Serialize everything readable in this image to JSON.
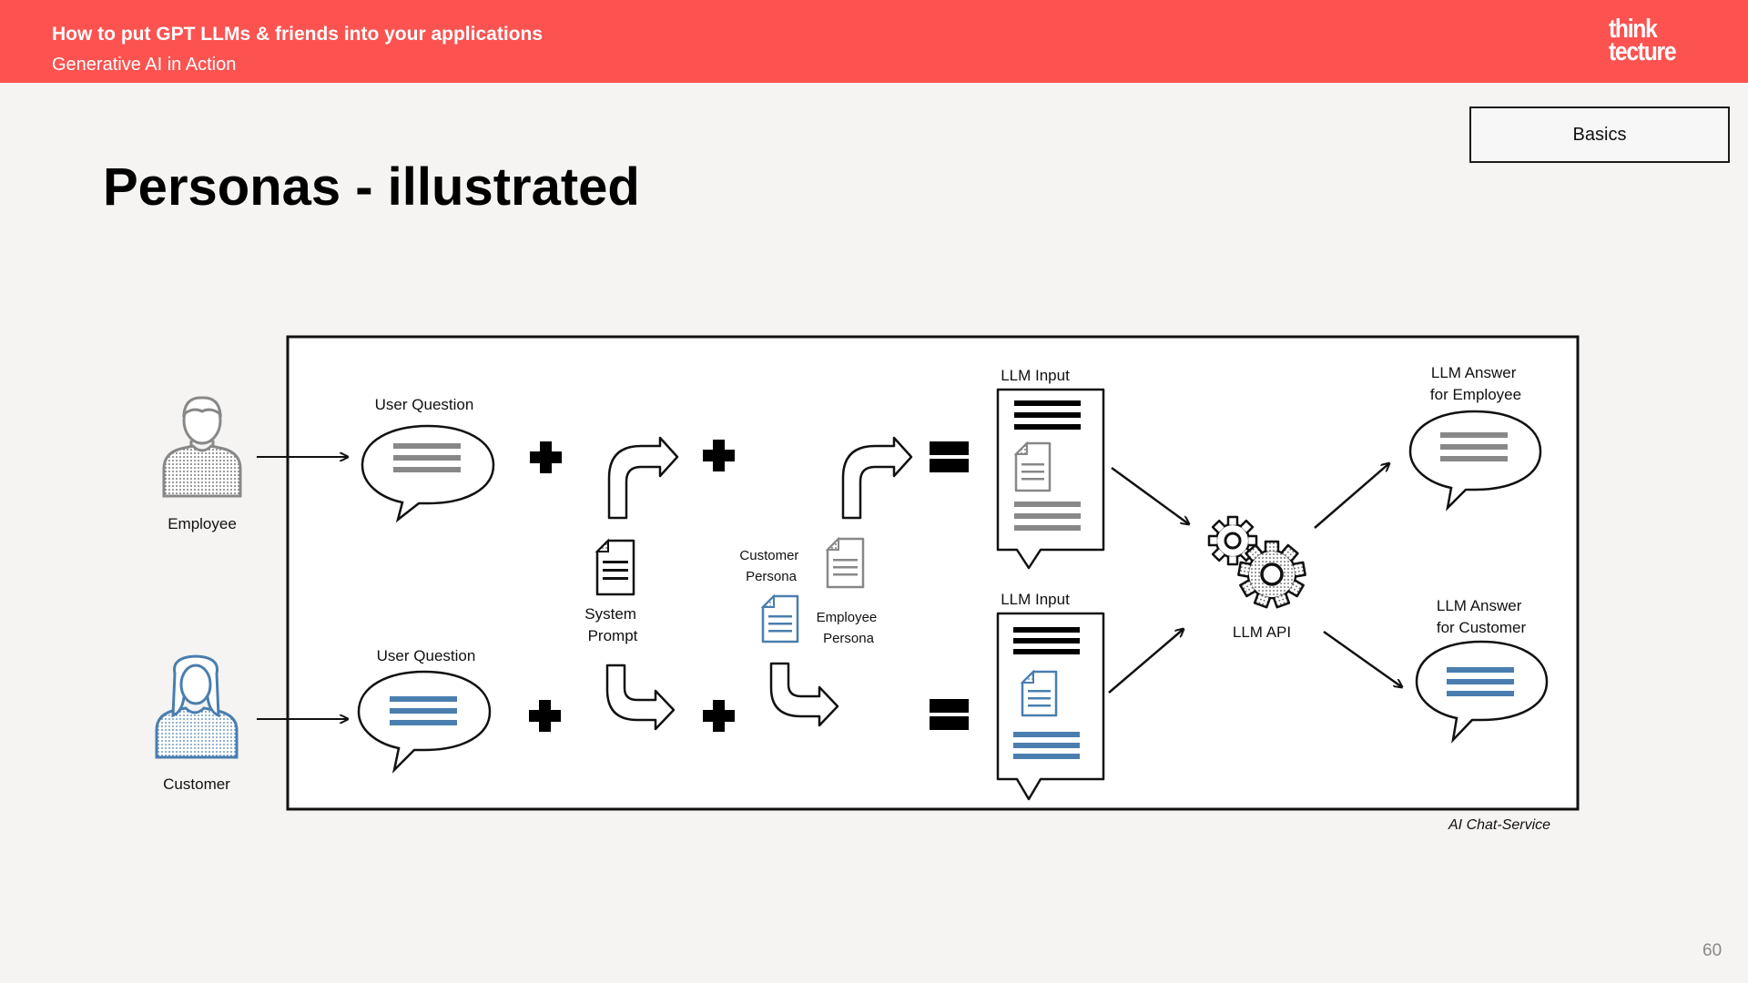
{
  "header": {
    "title": "How to put GPT LLMs & friends into your applications",
    "subtitle": "Generative AI in Action",
    "logo_line1": "think",
    "logo_line2": "tecture"
  },
  "section_tag": "Basics",
  "page_title": "Personas - illustrated",
  "diagram": {
    "actors": {
      "employee": "Employee",
      "customer": "Customer"
    },
    "user_question_top": "User Question",
    "user_question_bottom": "User Question",
    "system_prompt_line1": "System",
    "system_prompt_line2": "Prompt",
    "customer_persona_line1": "Customer",
    "customer_persona_line2": "Persona",
    "employee_persona_line1": "Employee",
    "employee_persona_line2": "Persona",
    "llm_input_top": "LLM Input",
    "llm_input_bottom": "LLM Input",
    "llm_api": "LLM API",
    "answer_employee_line1": "LLM Answer",
    "answer_employee_line2": "for Employee",
    "answer_customer_line1": "LLM Answer",
    "answer_customer_line2": "for Customer",
    "container_caption": "AI Chat-Service"
  },
  "colors": {
    "header": "#fc5350",
    "customer_blue": "#4a7eaf",
    "employee_gray": "#888888"
  },
  "page_number": "60"
}
